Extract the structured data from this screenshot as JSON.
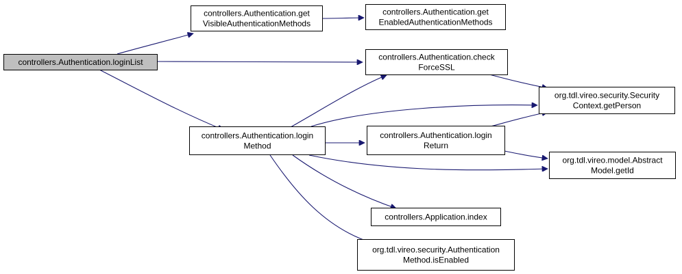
{
  "colors": {
    "edge": "#191970",
    "node_fill": "#ffffff",
    "root_fill": "#bfbfbf",
    "border": "#000000"
  },
  "nodes": {
    "login_list": [
      "controllers.Authentication.loginList"
    ],
    "get_visible": [
      "controllers.Authentication.get",
      "VisibleAuthenticationMethods"
    ],
    "get_enabled": [
      "controllers.Authentication.get",
      "EnabledAuthenticationMethods"
    ],
    "check_force_ssl": [
      "controllers.Authentication.check",
      "ForceSSL"
    ],
    "login_method": [
      "controllers.Authentication.login",
      "Method"
    ],
    "security_context": [
      "org.tdl.vireo.security.Security",
      "Context.getPerson"
    ],
    "login_return": [
      "controllers.Authentication.login",
      "Return"
    ],
    "abstract_model": [
      "org.tdl.vireo.model.Abstract",
      "Model.getId"
    ],
    "application_index": [
      "controllers.Application.index"
    ],
    "auth_method_enabled": [
      "org.tdl.vireo.security.Authentication",
      "Method.isEnabled"
    ]
  },
  "edges": [
    {
      "from": "login_list",
      "to": "get_visible"
    },
    {
      "from": "get_visible",
      "to": "get_enabled"
    },
    {
      "from": "login_list",
      "to": "check_force_ssl"
    },
    {
      "from": "login_list",
      "to": "login_method"
    },
    {
      "from": "check_force_ssl",
      "to": "security_context"
    },
    {
      "from": "login_method",
      "to": "check_force_ssl"
    },
    {
      "from": "login_method",
      "to": "security_context"
    },
    {
      "from": "login_method",
      "to": "login_return"
    },
    {
      "from": "login_method",
      "to": "abstract_model"
    },
    {
      "from": "login_method",
      "to": "application_index"
    },
    {
      "from": "login_method",
      "to": "auth_method_enabled"
    },
    {
      "from": "login_return",
      "to": "security_context"
    },
    {
      "from": "login_return",
      "to": "abstract_model"
    }
  ]
}
